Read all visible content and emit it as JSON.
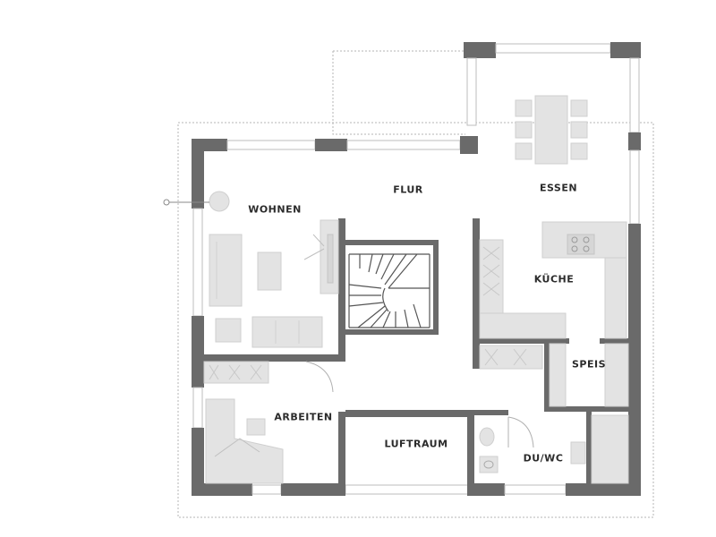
{
  "rooms": {
    "wohnen": "WOHNEN",
    "flur": "FLUR",
    "essen": "ESSEN",
    "kueche": "KÜCHE",
    "speis": "SPEIS",
    "arbeiten": "ARBEITEN",
    "luftraum": "LUFTRAUM",
    "duwc": "DU/WC"
  },
  "colors": {
    "wall": "#6a6a6a",
    "furniture": "#e3e3e3",
    "background": "#ffffff"
  }
}
